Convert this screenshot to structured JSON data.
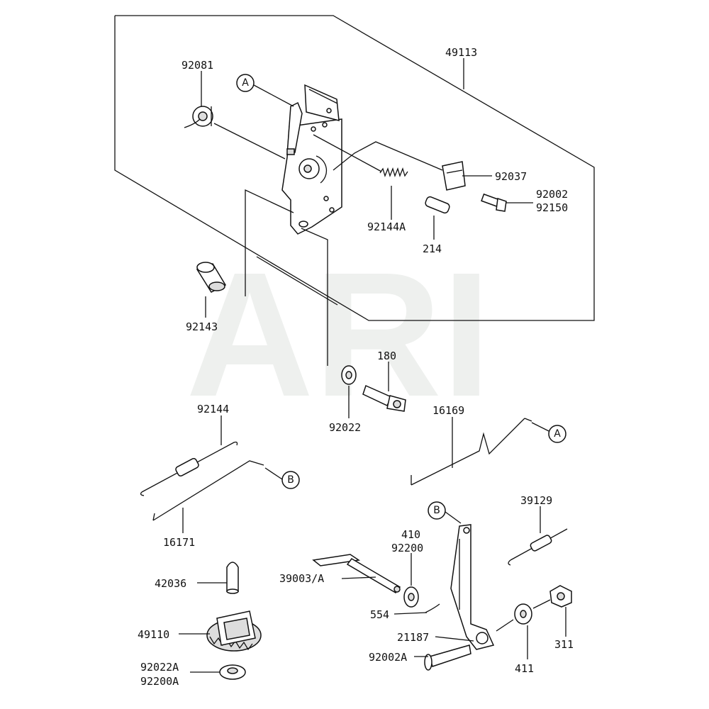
{
  "watermark": "ARI",
  "callouts": {
    "a_top": "A",
    "a_right": "A",
    "b_left": "B",
    "b_bottom": "B"
  },
  "parts": {
    "p49113": "49113",
    "p92081": "92081",
    "p92037": "92037",
    "p92002": "92002",
    "p92150": "92150",
    "p92144A": "92144A",
    "p214": "214",
    "p92143": "92143",
    "p180": "180",
    "p92022": "92022",
    "p92144": "92144",
    "p16169": "16169",
    "p16171": "16171",
    "p39129": "39129",
    "p410": "410",
    "p92200": "92200",
    "p39003A": "39003/A",
    "p42036": "42036",
    "p554": "554",
    "p21187": "21187",
    "p49110": "49110",
    "p92002A": "92002A",
    "p411": "411",
    "p311": "311",
    "p92022A": "92022A",
    "p92200A": "92200A"
  }
}
